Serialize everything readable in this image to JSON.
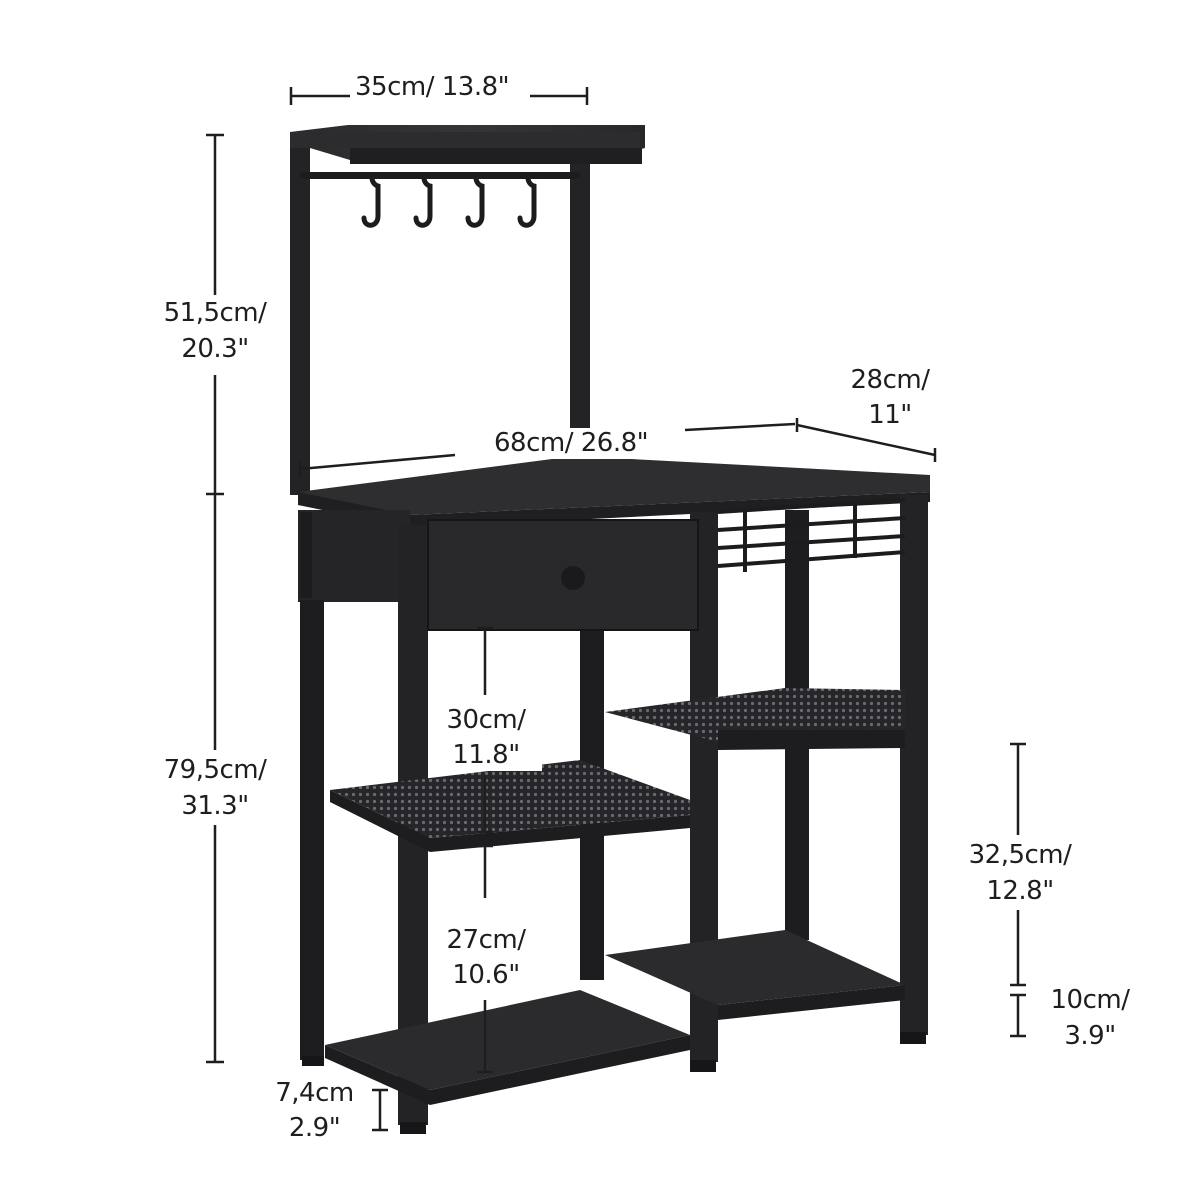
{
  "product": {
    "name": "kitchen baker's rack",
    "colors": {
      "frame": "#232325",
      "wood": "#2e2e30",
      "mesh": "#3a3a3c",
      "dimension_line": "#1e1e1e",
      "background": "#ffffff"
    },
    "features": [
      "top shelf",
      "4 S-hooks on rod",
      "drawer with round knob",
      "wine glass holder",
      "2 mesh shelves",
      "2 wooden bottom shelves",
      "side hooks panel"
    ]
  },
  "dimensions": {
    "top_width": "35cm/ 13.8\"",
    "top_height_cm": "51,5cm/",
    "top_height_in": "20.3\"",
    "depth_cm": "28cm/",
    "depth_in": "11\"",
    "width": "68cm/ 26.8\"",
    "bottom_height_cm": "79,5cm/",
    "bottom_height_in": "31.3\"",
    "gap_drawer_cm": "30cm/",
    "gap_drawer_in": "11.8\"",
    "gap_lower_cm": "27cm/",
    "gap_lower_in": "10.6\"",
    "right_gap_cm": "32,5cm/",
    "right_gap_in": "12.8\"",
    "right_bottom_cm": "10cm/",
    "right_bottom_in": "3.9\"",
    "floor_gap_cm": "7,4cm",
    "floor_gap_in": "2.9\""
  }
}
